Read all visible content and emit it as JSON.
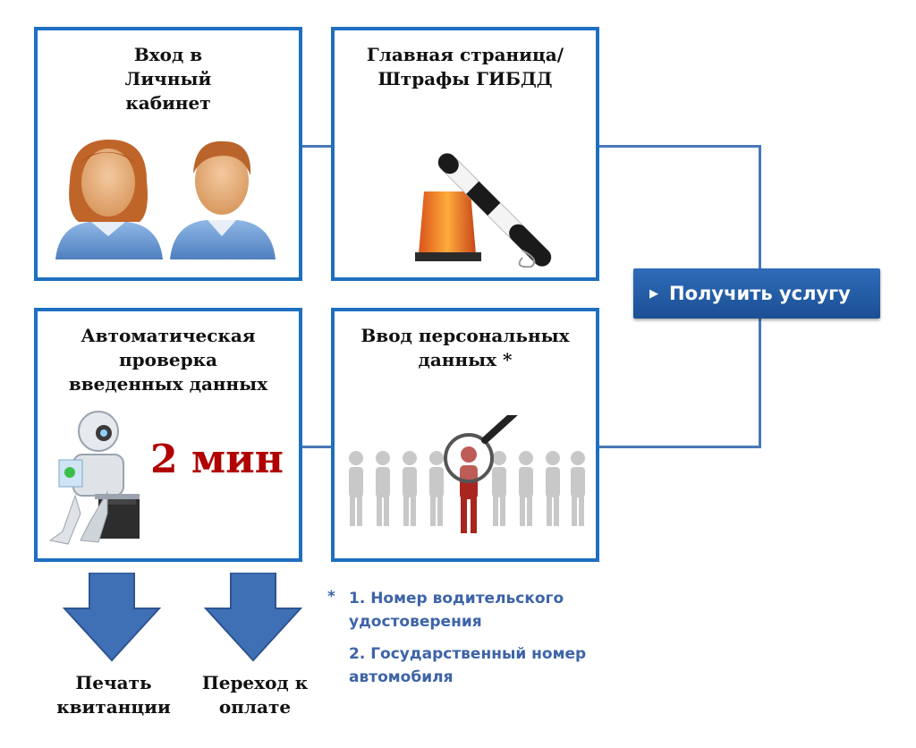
{
  "boxes": {
    "login": {
      "title": "Вход в Личный кабинет"
    },
    "main_page": {
      "title": "Главная страница/ Штрафы ГИБДД"
    },
    "auto_check": {
      "title": "Автоматическая проверка введенных данных"
    },
    "personal_data": {
      "title": "Ввод персональных данных *"
    }
  },
  "duration": "2 мин",
  "cta": {
    "label": "Получить услугу"
  },
  "outcomes": {
    "print": "Печать квитанции",
    "pay": "Переход к оплате"
  },
  "footnote": {
    "marker": "*",
    "item1": "1. Номер водительского удостоверения",
    "item2": "2. Государственный номер автомобиля"
  },
  "colors": {
    "box_border": "#1f6fc0",
    "connector": "#4a78b8",
    "cta_bg": "#1b4f95",
    "duration_text": "#b00000",
    "footnote_text": "#3d64a8",
    "down_arrow": "#3f6fb5"
  }
}
